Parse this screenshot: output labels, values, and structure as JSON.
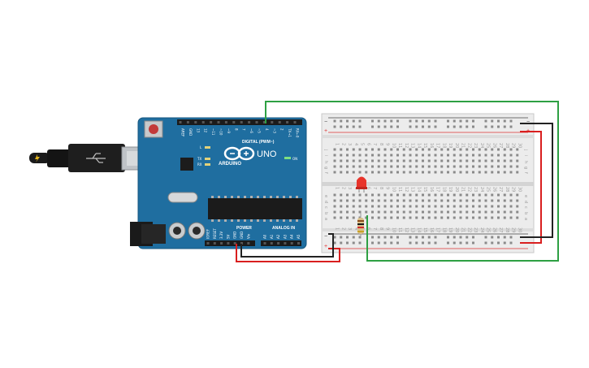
{
  "arduino": {
    "board_name": "UNO",
    "brand": "ARDUINO",
    "digital_header": "DIGITAL (PWM~)",
    "power_header": "POWER",
    "analog_header": "ANALOG IN",
    "on_label": "ON",
    "led_labels": [
      "L",
      "TX",
      "RX"
    ],
    "top_pins": [
      "AREF",
      "GND",
      "13",
      "12",
      "~11",
      "~10",
      "~9",
      "8",
      "7",
      "~6",
      "~5",
      "4",
      "~3",
      "2",
      "TX→1",
      "RX←0"
    ],
    "power_pins": [
      "IOREF",
      "RESET",
      "3.3V",
      "5V",
      "GND",
      "GND",
      "Vin"
    ],
    "analog_pins": [
      "A0",
      "A1",
      "A2",
      "A3",
      "A4",
      "A5"
    ]
  },
  "breadboard": {
    "row_letters_top": [
      "j",
      "i",
      "h",
      "g",
      "f"
    ],
    "row_letters_bottom": [
      "e",
      "d",
      "c",
      "b",
      "a"
    ],
    "column_numbers": [
      "1",
      "2",
      "3",
      "4",
      "5",
      "6",
      "7",
      "8",
      "9",
      "10",
      "11",
      "12",
      "13",
      "14",
      "15",
      "16",
      "17",
      "18",
      "19",
      "20",
      "21",
      "22",
      "23",
      "24",
      "25",
      "26",
      "27",
      "28",
      "29",
      "30"
    ],
    "rail_minus": "−",
    "rail_plus": "+"
  },
  "colors": {
    "board": "#1f6ea0",
    "wire_green": "#2ea043",
    "wire_red": "#d91f1f",
    "wire_black": "#222222",
    "led": "#e8332a"
  }
}
